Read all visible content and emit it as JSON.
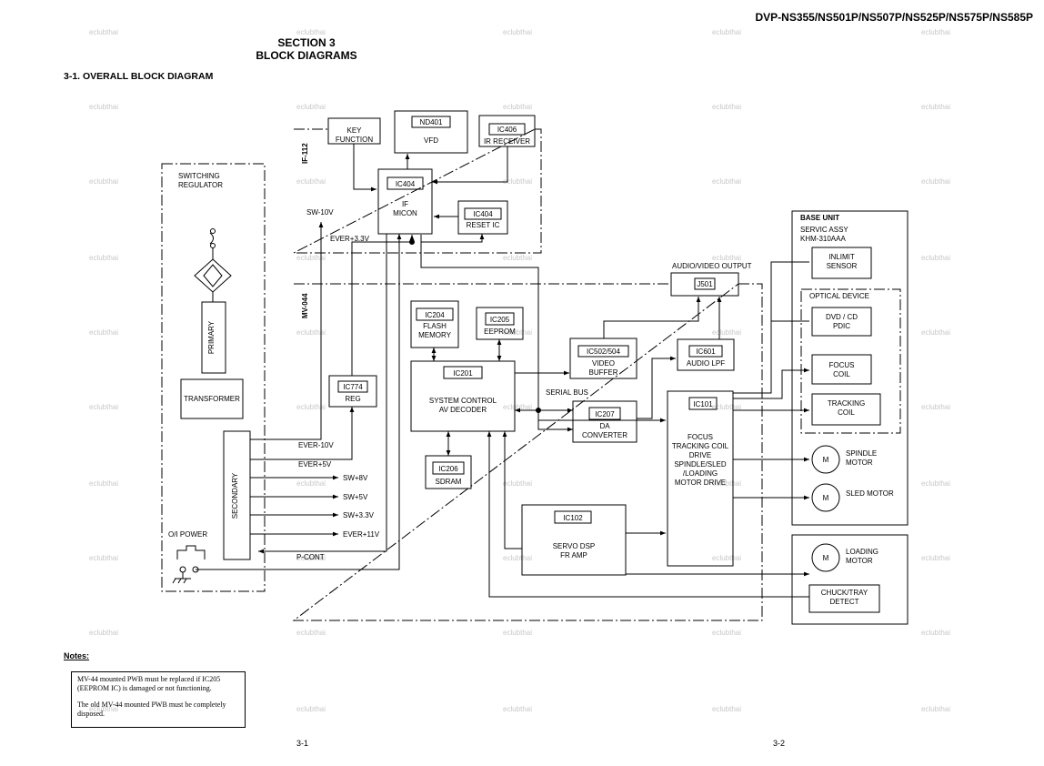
{
  "header": {
    "model": "DVP-NS355/NS501P/NS507P/NS525P/NS575P/NS585P",
    "section": "SECTION 3",
    "section_title": "BLOCK DIAGRAMS",
    "subtitle": "3-1.   OVERALL  BLOCK  DIAGRAM"
  },
  "watermark": "eclubthai",
  "boards": {
    "if112": "IF-112",
    "mv044": "MV-044",
    "switching": "SWITCHING\nREGULATOR",
    "base_unit": "BASE UNIT",
    "servic_assy": "SERVIC ASSY\nKHM-310AAA",
    "optical": "OPTICAL DEVICE"
  },
  "blocks": {
    "key": "KEY\nFUNCTION",
    "vfd_ic": "ND401",
    "vfd": "VFD",
    "ir_ic": "IC406",
    "ir": "IR RECEIVER",
    "micon_ic": "IC404",
    "micon": "IF\nMICON",
    "reset_ic": "IC404",
    "reset": "RESET IC",
    "primary": "PRIMARY",
    "transformer": "TRANSFORMER",
    "secondary": "SECONDARY",
    "reg_ic": "IC774",
    "reg": "REG",
    "flash_ic": "IC204",
    "flash": "FLASH\nMEMORY",
    "eeprom_ic": "IC205",
    "eeprom": "EEPROM",
    "sys_ic": "IC201",
    "sys": "SYSTEM CONTROL\nAV DECODER",
    "sdram_ic": "IC206",
    "sdram": "SDRAM",
    "vbuf_ic": "IC502/504",
    "vbuf": "VIDEO\nBUFFER",
    "alpf_ic": "IC601",
    "alpf": "AUDIO LPF",
    "j501": "J501",
    "da_ic": "IC207",
    "da": "DA\nCONVERTER",
    "drv_ic": "IC101",
    "drv": "FOCUS\nTRACKING COIL\nDRIVE\nSPINDLE/SLED\n/LOADING\nMOTOR DRIVE",
    "dsp_ic": "IC102",
    "dsp": "SERVO DSP\nFR AMP",
    "inlimit": "INLIMIT\nSENSOR",
    "dvdcd": "DVD / CD\nPDIC",
    "focus": "FOCUS\nCOIL",
    "tracking": "TRACKING\nCOIL",
    "spindle": "SPINDLE\nMOTOR",
    "sled": "SLED MOTOR",
    "loading": "LOADING\nMOTOR",
    "chuck": "CHUCK/TRAY\nDETECT",
    "motor_symbol": "M",
    "power": "O/I POWER"
  },
  "signals": {
    "sw10": "SW-10V",
    "ever33_top": "EVER+3.3V",
    "ever10": "EVER-10V",
    "ever5": "EVER+5V",
    "sw8": "SW+8V",
    "sw5": "SW+5V",
    "sw33": "SW+3.3V",
    "ever11": "EVER+11V",
    "pcont": "P-CONT",
    "serial": "SERIAL BUS",
    "avout": "AUDIO/VIDEO OUTPUT"
  },
  "notes": {
    "heading": "Notes:",
    "p1": "MV-44 mounted PWB must be replaced if IC205 (EEPROM IC) is damaged or not functioning.",
    "p2": "The old MV-44 mounted PWB must be completely disposed."
  },
  "pages": {
    "left": "3-1",
    "right": "3-2"
  }
}
